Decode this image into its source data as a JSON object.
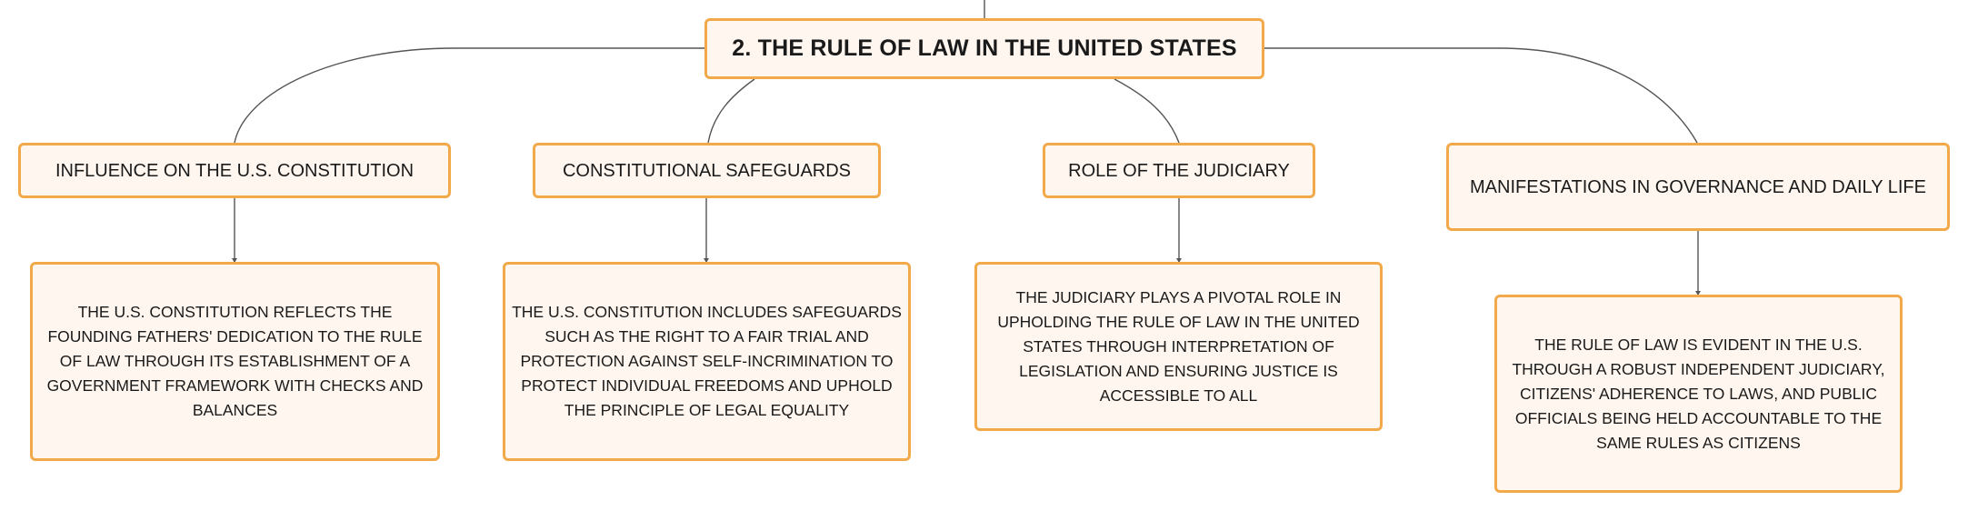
{
  "colors": {
    "node_fill": "#fff6ef",
    "node_border": "#f2a94a",
    "connector": "#555555",
    "text": "#1a1a1a"
  },
  "diagram": {
    "root": {
      "label": "2. THE RULE OF LAW IN THE UNITED STATES"
    },
    "branches": [
      {
        "label": "INFLUENCE ON THE U.S. CONSTITUTION",
        "detail": "THE U.S. CONSTITUTION REFLECTS THE FOUNDING FATHERS' DEDICATION TO THE RULE OF LAW THROUGH ITS ESTABLISHMENT OF A GOVERNMENT FRAMEWORK WITH CHECKS AND BALANCES"
      },
      {
        "label": "CONSTITUTIONAL SAFEGUARDS",
        "detail": "THE U.S. CONSTITUTION INCLUDES SAFEGUARDS SUCH AS THE RIGHT TO A FAIR TRIAL AND PROTECTION AGAINST SELF-INCRIMINATION TO PROTECT INDIVIDUAL FREEDOMS AND UPHOLD THE PRINCIPLE OF LEGAL EQUALITY"
      },
      {
        "label": "ROLE OF THE JUDICIARY",
        "detail": "THE JUDICIARY PLAYS A PIVOTAL ROLE IN UPHOLDING THE RULE OF LAW IN THE UNITED STATES THROUGH INTERPRETATION OF LEGISLATION AND ENSURING JUSTICE IS ACCESSIBLE TO ALL"
      },
      {
        "label": "MANIFESTATIONS IN GOVERNANCE AND DAILY LIFE",
        "detail": "THE RULE OF LAW IS EVIDENT IN THE U.S. THROUGH A ROBUST INDEPENDENT JUDICIARY, CITIZENS' ADHERENCE TO LAWS, AND PUBLIC OFFICIALS BEING HELD ACCOUNTABLE TO THE SAME RULES AS CITIZENS"
      }
    ]
  }
}
